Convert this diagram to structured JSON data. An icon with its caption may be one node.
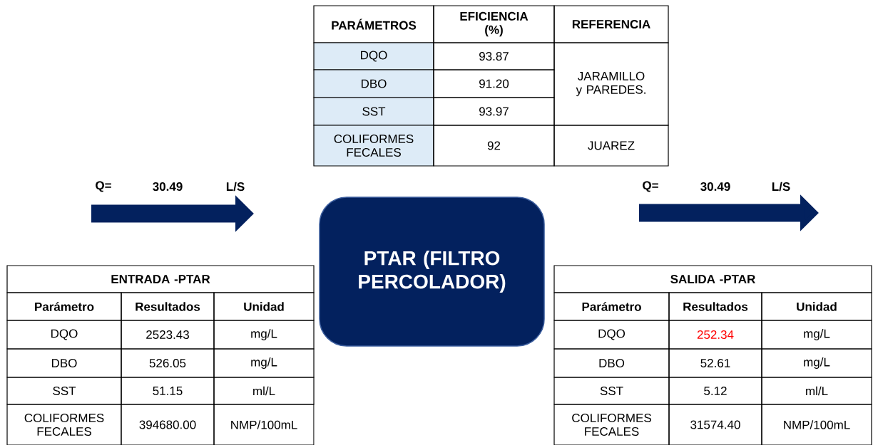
{
  "diagram": {
    "nodes": [
      {
        "text": [
          "PTAR (FILTRO PERCOLADOR)"
        ]
      }
    ],
    "labels": [
      "PARÁMETROS",
      "EFICIENCIA (%)",
      "REFERENCIA",
      "DQO",
      "93.87",
      "JARAMILLO y PAREDES.",
      "DBO",
      "91.20",
      "SST",
      "93.97",
      "COLIFORMES FECALES",
      "92",
      "JUAREZ",
      "Q=",
      "30.49",
      "L/S",
      "Q=",
      "30.49",
      "L/S",
      "ENTRADA -PTAR",
      "Parámetro",
      "Resultados",
      "Unidad",
      "DQO",
      "2523.43",
      "mg/L",
      "DBO",
      "526.05",
      "mg/L",
      "SST",
      "51.15",
      "ml/L",
      "COLIFORMES FECALES",
      "394680.00",
      "NMP/100mL",
      "SALIDA -PTAR",
      "Parámetro",
      "Resultados",
      "Unidad",
      "DQO",
      "252.34",
      "mg/L",
      "DBO",
      "52.61",
      "mg/L",
      "SST",
      "5.12",
      "ml/L",
      "COLIFORMES FECALES",
      "31574.40",
      "NMP/100mL"
    ]
  }
}
